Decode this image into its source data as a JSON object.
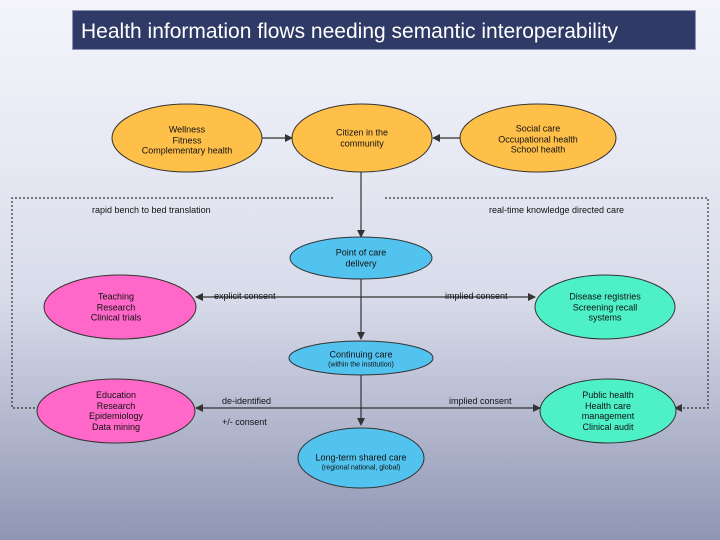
{
  "title": "Health information flows needing semantic interoperability",
  "colors": {
    "title_bg": "#2f3a66",
    "orange": "#ffc04a",
    "blue": "#52c3ef",
    "pink": "#ff68c8",
    "green": "#4ef0c8",
    "line": "#333333"
  },
  "nodes": {
    "wellness": {
      "lines": [
        "Wellness",
        "Fitness",
        "Complementary health"
      ]
    },
    "citizen": {
      "lines": [
        "Citizen in the",
        "community"
      ]
    },
    "social": {
      "lines": [
        "Social care",
        "Occupational health",
        "School health"
      ]
    },
    "point_of_care": {
      "lines": [
        "Point of care",
        "delivery"
      ]
    },
    "teaching": {
      "lines": [
        "Teaching",
        "Research",
        "Clinical trials"
      ]
    },
    "disease": {
      "lines": [
        "Disease registries",
        "Screening recall",
        "systems"
      ]
    },
    "continuing": {
      "lines": [
        "Continuing care"
      ],
      "sub": "(within the institution)"
    },
    "education": {
      "lines": [
        "Education",
        "Research",
        "Epidemiology",
        "Data mining"
      ]
    },
    "public_health": {
      "lines": [
        "Public health",
        "Health care",
        "management",
        "Clinical audit"
      ]
    },
    "longterm": {
      "lines": [
        "Long-term shared care"
      ],
      "sub": "(regional national, global)"
    }
  },
  "edge_labels": {
    "rapid": "rapid bench to bed translation",
    "realtime": "real-time knowledge directed care",
    "explicit": "explicit consent",
    "implied1": "implied consent",
    "deidentified": "de-identified",
    "implied2": "implied consent",
    "consent": "+/- consent"
  }
}
